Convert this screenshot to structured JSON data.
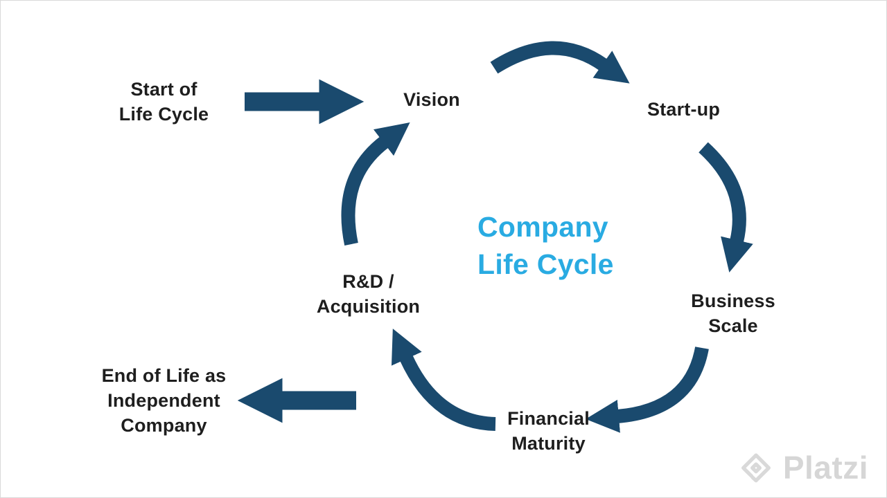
{
  "title": {
    "text": "Company\nLife Cycle"
  },
  "stages": {
    "entry": "Start of\nLife Cycle",
    "vision": "Vision",
    "startup": "Start-up",
    "business_scale": "Business\nScale",
    "financial_maturity": "Financial\nMaturity",
    "rd_acquisition": "R&D /\nAcquisition",
    "exit": "End of Life as\nIndependent\nCompany"
  },
  "colors": {
    "arrow": "#1a4a6e",
    "title": "#29abe2",
    "label": "#1e1e1e",
    "watermark": "#d9d9d9"
  },
  "watermark": {
    "brand": "Platzi"
  }
}
